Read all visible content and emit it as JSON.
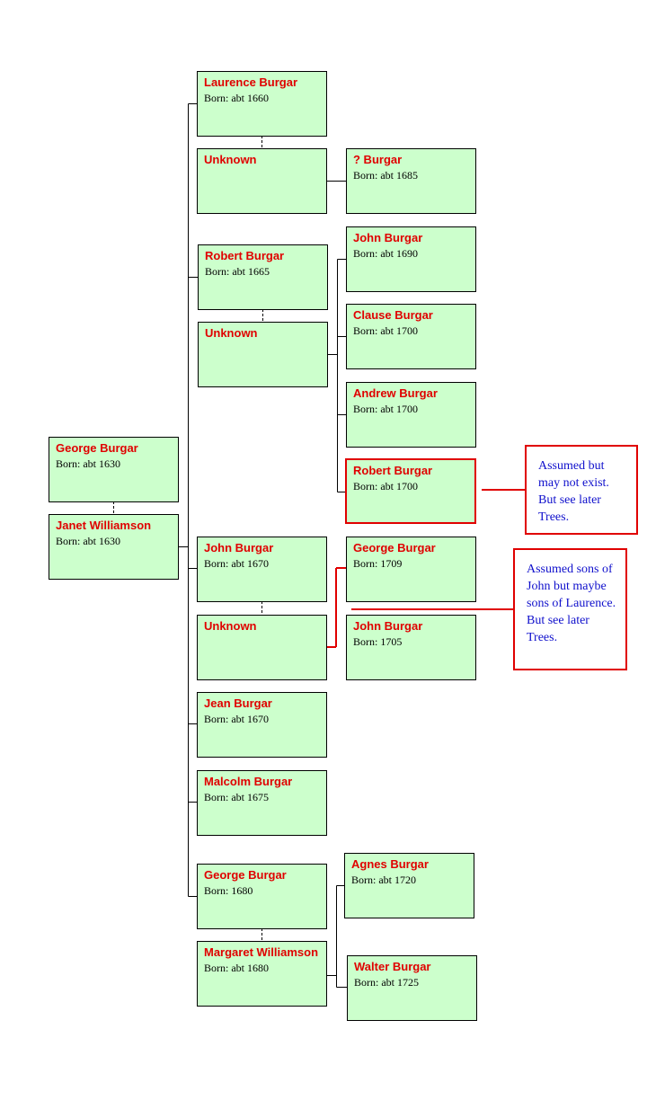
{
  "people": {
    "george_1630": {
      "name": "George Burgar",
      "born": "Born: abt 1630"
    },
    "janet_1630": {
      "name": "Janet Williamson",
      "born": "Born: abt 1630"
    },
    "laurence_1660": {
      "name": "Laurence Burgar",
      "born": "Born: abt 1660"
    },
    "unknown_laurence": {
      "name": "Unknown",
      "born": ""
    },
    "q_1685": {
      "name": "? Burgar",
      "born": "Born: abt 1685"
    },
    "robert_1665": {
      "name": "Robert Burgar",
      "born": "Born: abt 1665"
    },
    "unknown_robert": {
      "name": "Unknown",
      "born": ""
    },
    "john_1690": {
      "name": "John Burgar",
      "born": "Born: abt 1690"
    },
    "clause_1700": {
      "name": "Clause Burgar",
      "born": "Born: abt 1700"
    },
    "andrew_1700": {
      "name": "Andrew Burgar",
      "born": "Born: abt 1700"
    },
    "robert_1700": {
      "name": "Robert Burgar",
      "born": "Born: abt 1700"
    },
    "john_1670": {
      "name": "John Burgar",
      "born": "Born: abt 1670"
    },
    "unknown_john": {
      "name": "Unknown",
      "born": ""
    },
    "george_1709": {
      "name": "George Burgar",
      "born": "Born: 1709"
    },
    "john_1705": {
      "name": "John Burgar",
      "born": "Born: 1705"
    },
    "jean_1670": {
      "name": "Jean Burgar",
      "born": "Born: abt 1670"
    },
    "malcolm_1675": {
      "name": "Malcolm Burgar",
      "born": "Born: abt 1675"
    },
    "george_1680": {
      "name": "George Burgar",
      "born": "Born: 1680"
    },
    "margaret_1680": {
      "name": "Margaret Williamson",
      "born": "Born: abt 1680"
    },
    "agnes_1720": {
      "name": "Agnes Burgar",
      "born": "Born: abt 1720"
    },
    "walter_1725": {
      "name": "Walter Burgar",
      "born": "Born: abt 1725"
    }
  },
  "notes": {
    "robert_note": "Assumed but may not exist. But see later Trees.",
    "john_note": "Assumed sons of John but maybe sons of Laurence. But see later Trees."
  },
  "colors": {
    "box_fill": "#ccffcc",
    "name_text": "#e00000",
    "highlight": "#e00000",
    "note_text": "#1010cc"
  }
}
